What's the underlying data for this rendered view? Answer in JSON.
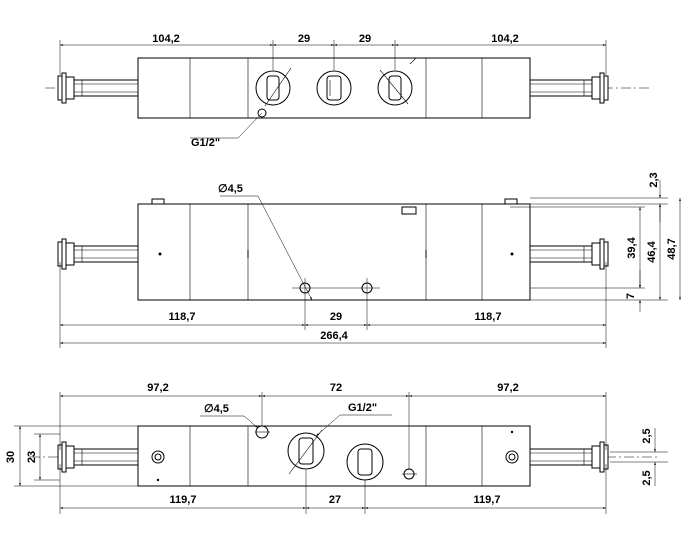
{
  "views": {
    "top": {
      "dim_overall_left": "104,2",
      "dim_port_gap_a": "29",
      "dim_port_gap_b": "29",
      "dim_overall_right": "104,2",
      "port_thread_label": "G1/2\""
    },
    "front": {
      "hole_label": "∅4,5",
      "dim_top_offset": "2,3",
      "dim_height_a": "39,4",
      "dim_height_b": "46,4",
      "dim_height_total": "48,7",
      "dim_bottom_offset": "7",
      "dim_left": "118,7",
      "dim_center": "29",
      "dim_right": "118,7",
      "dim_total": "266,4"
    },
    "bottom": {
      "dim_left": "97,2",
      "dim_center": "72",
      "dim_right": "97,2",
      "hole_label": "∅4,5",
      "port_thread_label": "G1/2\"",
      "dim_height_outer": "30",
      "dim_height_inner": "23",
      "dim_offset_top": "2,5",
      "dim_offset_bottom": "2,5",
      "dim_bottom_left": "119,7",
      "dim_bottom_center": "27",
      "dim_bottom_right": "119,7"
    }
  }
}
